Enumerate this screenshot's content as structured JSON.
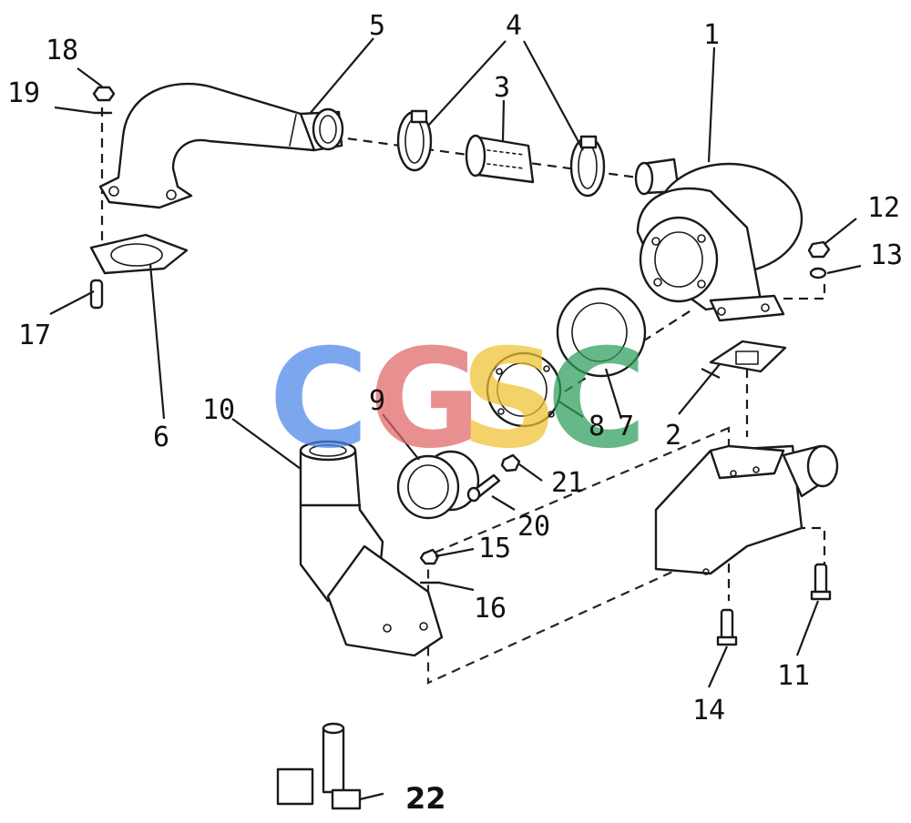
{
  "diagram": {
    "callouts": [
      "1",
      "2",
      "3",
      "4",
      "5",
      "6",
      "7",
      "8",
      "9",
      "10",
      "11",
      "12",
      "13",
      "14",
      "15",
      "16",
      "17",
      "18",
      "19",
      "20",
      "21",
      "22"
    ]
  },
  "watermark": {
    "letters": [
      "C",
      "G",
      "S",
      "C"
    ],
    "colors": [
      "#4a86e8",
      "#e06666",
      "#f1c232",
      "#2e9e5b"
    ]
  }
}
